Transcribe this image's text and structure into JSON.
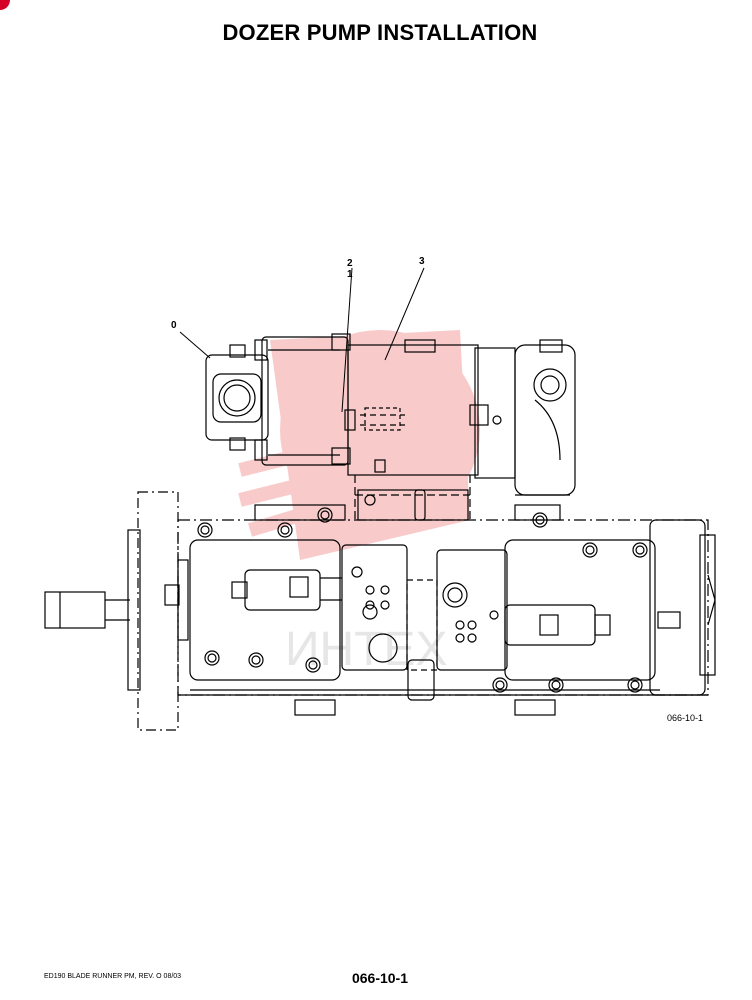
{
  "page": {
    "title": "DOZER PUMP INSTALLATION",
    "figure_id": "066-10-1",
    "callouts": [
      "0",
      "2",
      "1",
      "3"
    ],
    "footer_left": "ED190 BLADE RUNNER PM, REV. O 08/03",
    "footer_center": "066-10-1",
    "watermark_text": "ИНТЕХ"
  },
  "colors": {
    "ink": "#000000",
    "watermark": "#f4a0a0",
    "corner_mark": "#d4002a"
  }
}
